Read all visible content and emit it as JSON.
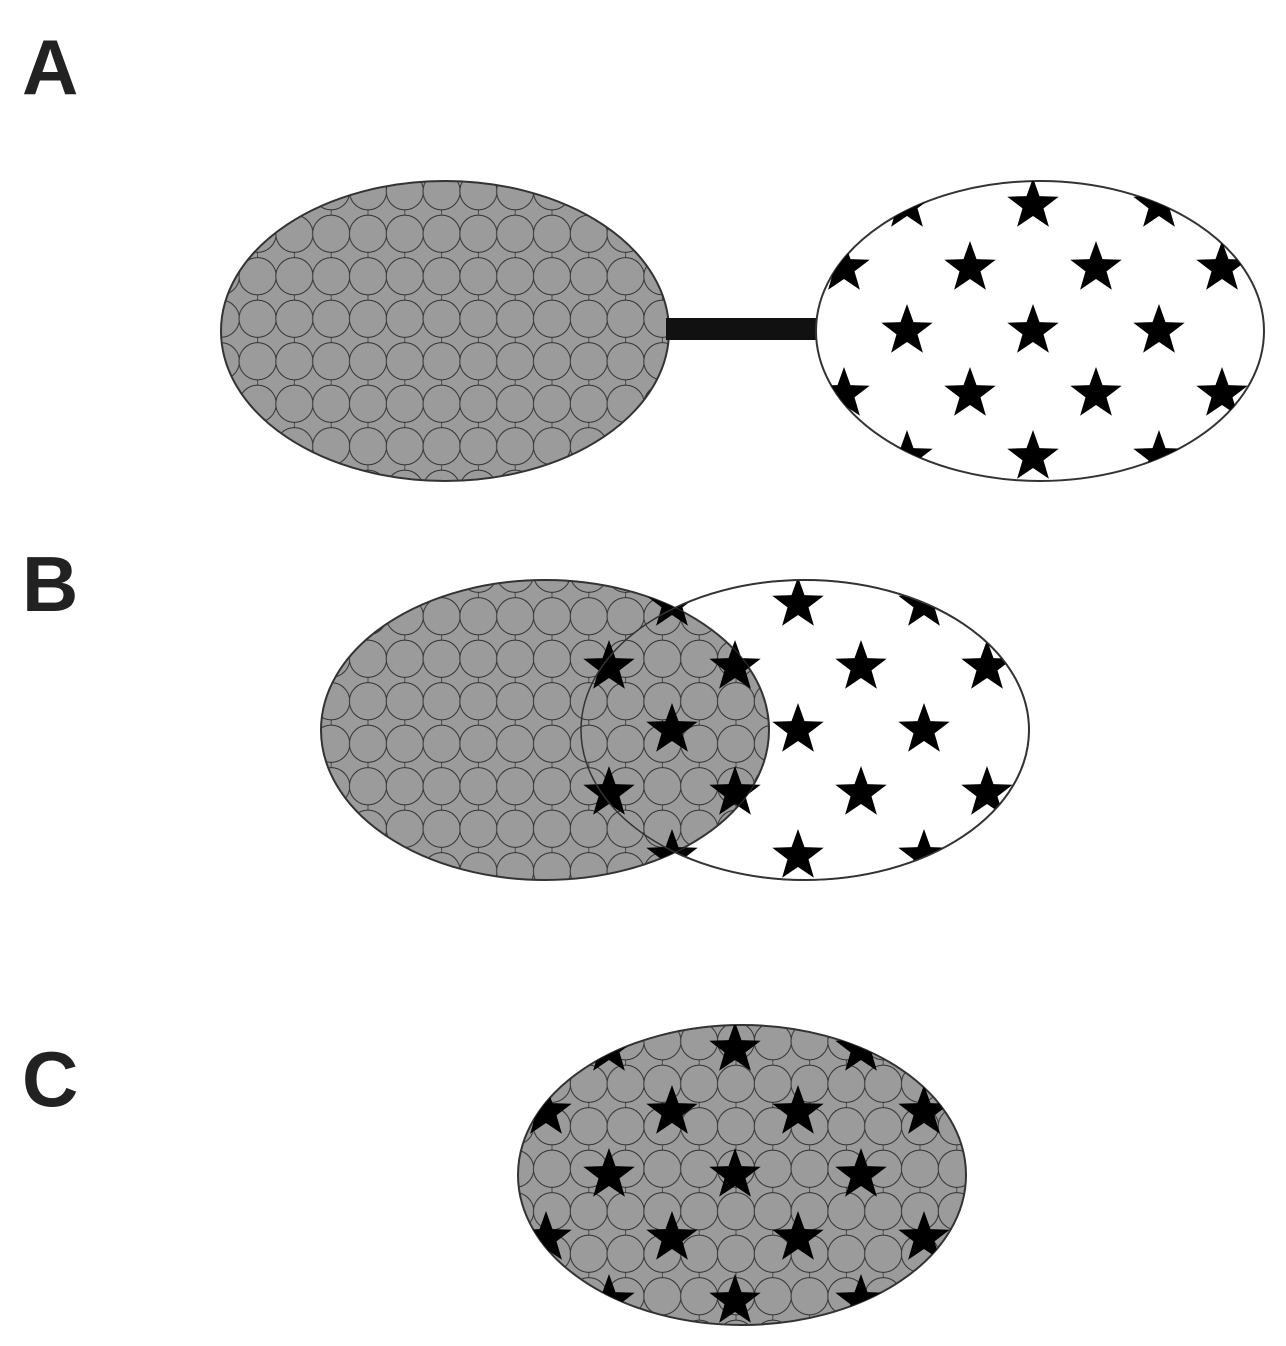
{
  "panels": [
    {
      "id": "a",
      "label": "A"
    },
    {
      "id": "b",
      "label": "B"
    },
    {
      "id": "c",
      "label": "C"
    }
  ],
  "colors": {
    "grey_fill": "#9b9b9b",
    "outline": "#333333",
    "star": "#000000",
    "connector": "#111111",
    "background": "#ffffff"
  }
}
